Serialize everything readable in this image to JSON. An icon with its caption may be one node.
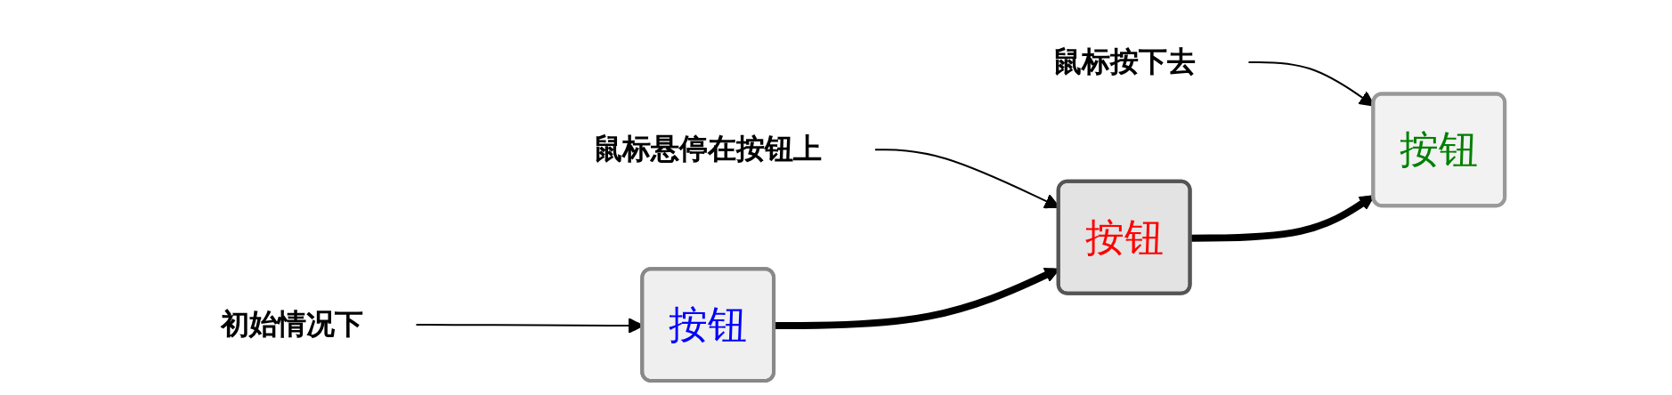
{
  "diagram": {
    "nodes": [
      {
        "text": [
          "初始情况下"
        ]
      },
      {
        "text": [
          "鼠标悬停在按钮上"
        ]
      },
      {
        "text": [
          "鼠标按下去"
        ]
      },
      {
        "text": [
          "按钮"
        ]
      },
      {
        "text": [
          "按钮"
        ]
      },
      {
        "text": [
          "按钮"
        ]
      }
    ],
    "edges": [
      {
        "from": 0,
        "to": 3,
        "arrow": "to"
      },
      {
        "from": 1,
        "to": 4,
        "arrow": "to"
      },
      {
        "from": 2,
        "to": 5,
        "arrow": "to"
      },
      {
        "from": 3,
        "to": 4,
        "arrow": "to",
        "style": "thick"
      },
      {
        "from": 4,
        "to": 5,
        "arrow": "to",
        "style": "thick"
      }
    ]
  }
}
